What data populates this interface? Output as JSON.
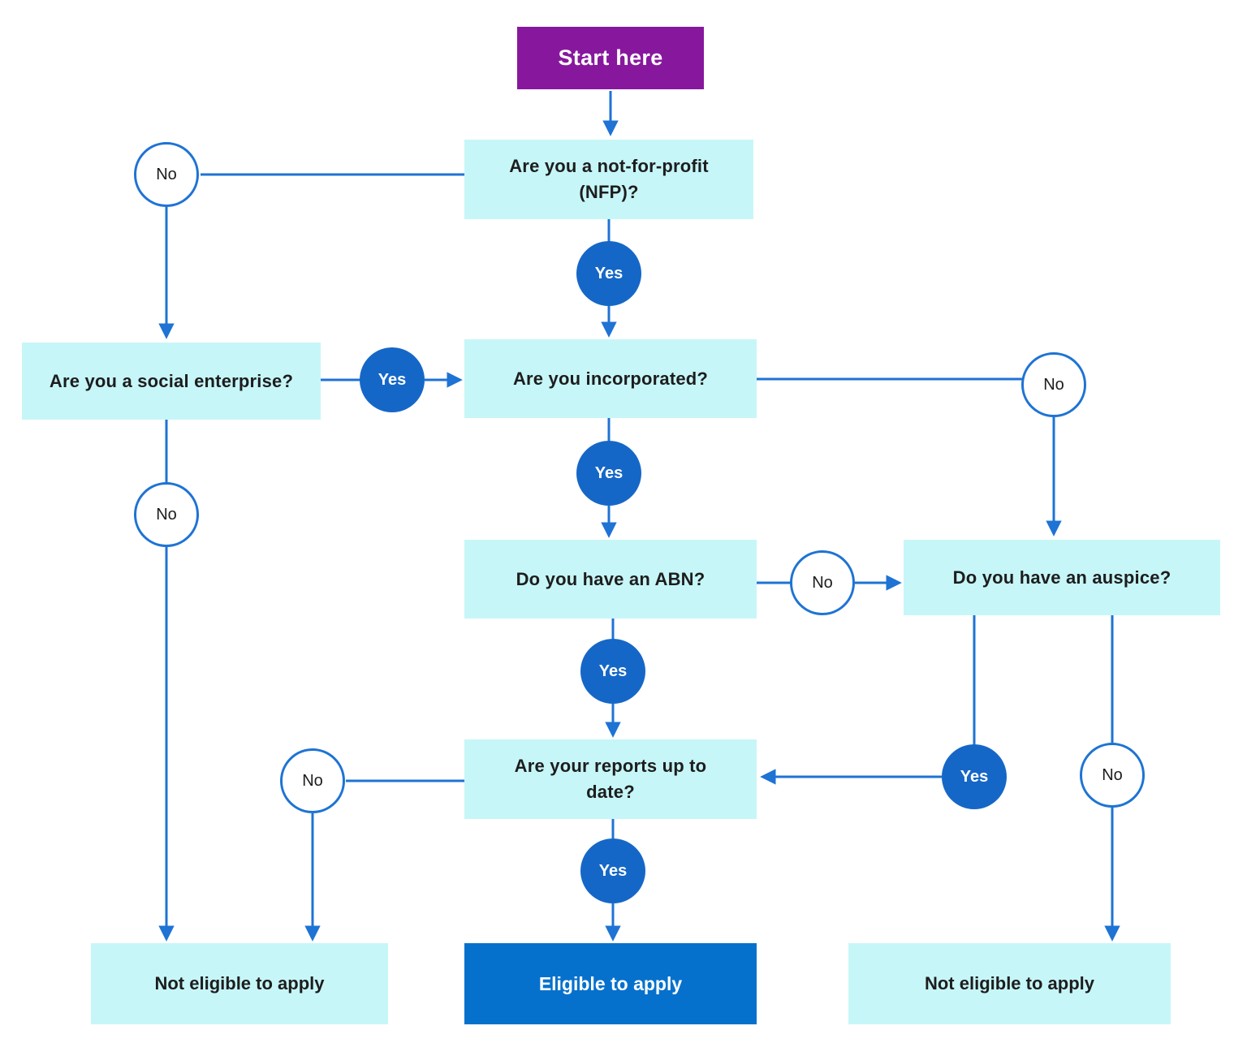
{
  "colors": {
    "accent": "#1E73D4",
    "yes_fill": "#1567C7",
    "eligible_fill": "#0671CD",
    "start_fill": "#87189D",
    "question_fill": "#C7F6F8",
    "text_dark": "#1D1D1D",
    "text_light": "#FFFFFF"
  },
  "nodes": {
    "start": {
      "label": "Start here",
      "type": "start"
    },
    "nfp": {
      "label": "Are you a not-for-profit (NFP)?",
      "type": "question"
    },
    "social": {
      "label": "Are you a social enterprise?",
      "type": "question"
    },
    "incorporated": {
      "label": "Are you incorporated?",
      "type": "question"
    },
    "abn": {
      "label": "Do you have an ABN?",
      "type": "question"
    },
    "auspice": {
      "label": "Do you have an auspice?",
      "type": "question"
    },
    "reports": {
      "label": "Are your reports up to date?",
      "type": "question"
    },
    "not_eligible_left": {
      "label": "Not eligible to apply",
      "type": "terminal-negative"
    },
    "eligible": {
      "label": "Eligible to apply",
      "type": "terminal-positive"
    },
    "not_eligible_right": {
      "label": "Not eligible to apply",
      "type": "terminal-negative"
    }
  },
  "edges": [
    {
      "from": "start",
      "to": "nfp",
      "label": ""
    },
    {
      "from": "nfp",
      "to": "social",
      "label": "No"
    },
    {
      "from": "nfp",
      "to": "incorporated",
      "label": "Yes"
    },
    {
      "from": "social",
      "to": "incorporated",
      "label": "Yes"
    },
    {
      "from": "social",
      "to": "not_eligible_left",
      "label": "No"
    },
    {
      "from": "incorporated",
      "to": "auspice",
      "label": "No"
    },
    {
      "from": "incorporated",
      "to": "abn",
      "label": "Yes"
    },
    {
      "from": "abn",
      "to": "auspice",
      "label": "No"
    },
    {
      "from": "abn",
      "to": "reports",
      "label": "Yes"
    },
    {
      "from": "auspice",
      "to": "reports",
      "label": "Yes"
    },
    {
      "from": "auspice",
      "to": "not_eligible_right",
      "label": "No"
    },
    {
      "from": "reports",
      "to": "not_eligible_left",
      "label": "No"
    },
    {
      "from": "reports",
      "to": "eligible",
      "label": "Yes"
    }
  ]
}
